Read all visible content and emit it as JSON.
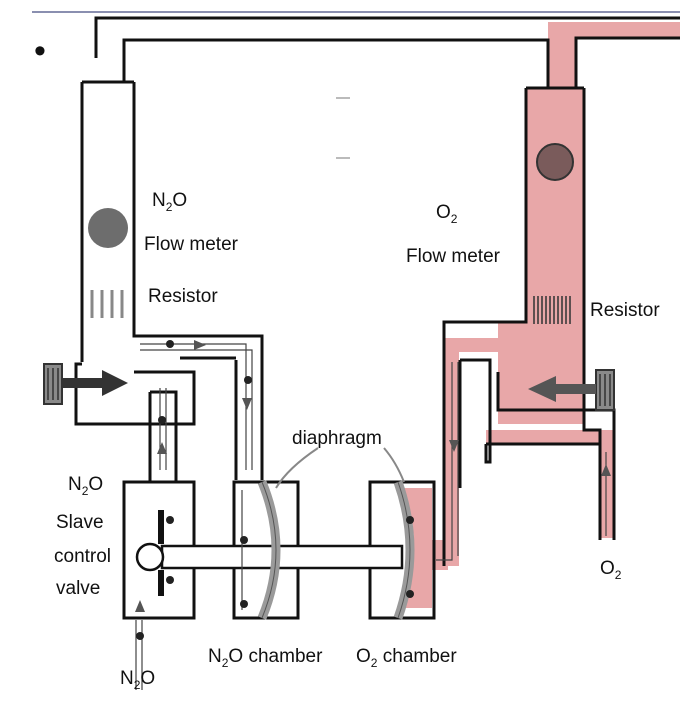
{
  "labels": {
    "bullet": "•",
    "n2o_flow_meter_top": "N",
    "n2o_flow_meter_sub": "2",
    "n2o_flow_meter_o": "O",
    "n2o_flow_meter_line2": "Flow meter",
    "resistor_left": "Resistor",
    "o2_flow_meter_o": "O",
    "o2_flow_meter_sub": "2",
    "o2_flow_meter_line2": "Flow meter",
    "resistor_right": "Resistor",
    "diaphragm": "diaphragm",
    "slave_n": "N",
    "slave_sub": "2",
    "slave_o": "O",
    "slave_line2": "Slave",
    "slave_line3": "control",
    "slave_line4": "valve",
    "inlet_n": "N",
    "inlet_sub": "2",
    "inlet_o": "O",
    "o2_inlet_o": "O",
    "o2_inlet_sub": "2",
    "n2o_chamber_n": "N",
    "n2o_chamber_sub": "2",
    "n2o_chamber_rest": "O  chamber",
    "o2_chamber_o": "O",
    "o2_chamber_sub": "2",
    "o2_chamber_rest": " chamber"
  },
  "colors": {
    "oxygen_fill": "#e8a7a8",
    "pipe_stroke": "#111111",
    "bobbin": "#6d6d6d",
    "diaphragm": "#9a9a9a"
  }
}
